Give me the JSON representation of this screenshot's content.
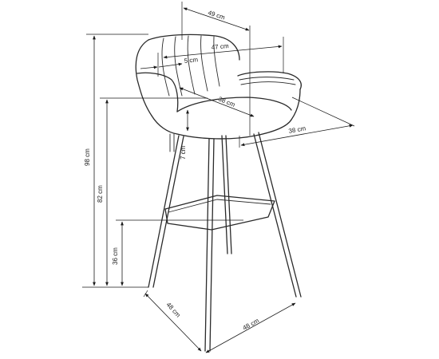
{
  "diagram": {
    "dimensions": {
      "back_depth": "49 cm",
      "armrest_width": "47 cm",
      "back_thickness": "5 cm",
      "seat_depth": "38 cm",
      "seat_width": "38 cm",
      "total_height": "98 cm",
      "seat_height": "82 cm",
      "seat_thickness": "7 cm",
      "footrest_height": "36 cm",
      "base_depth": "48 cm",
      "base_width": "48 cm"
    }
  }
}
